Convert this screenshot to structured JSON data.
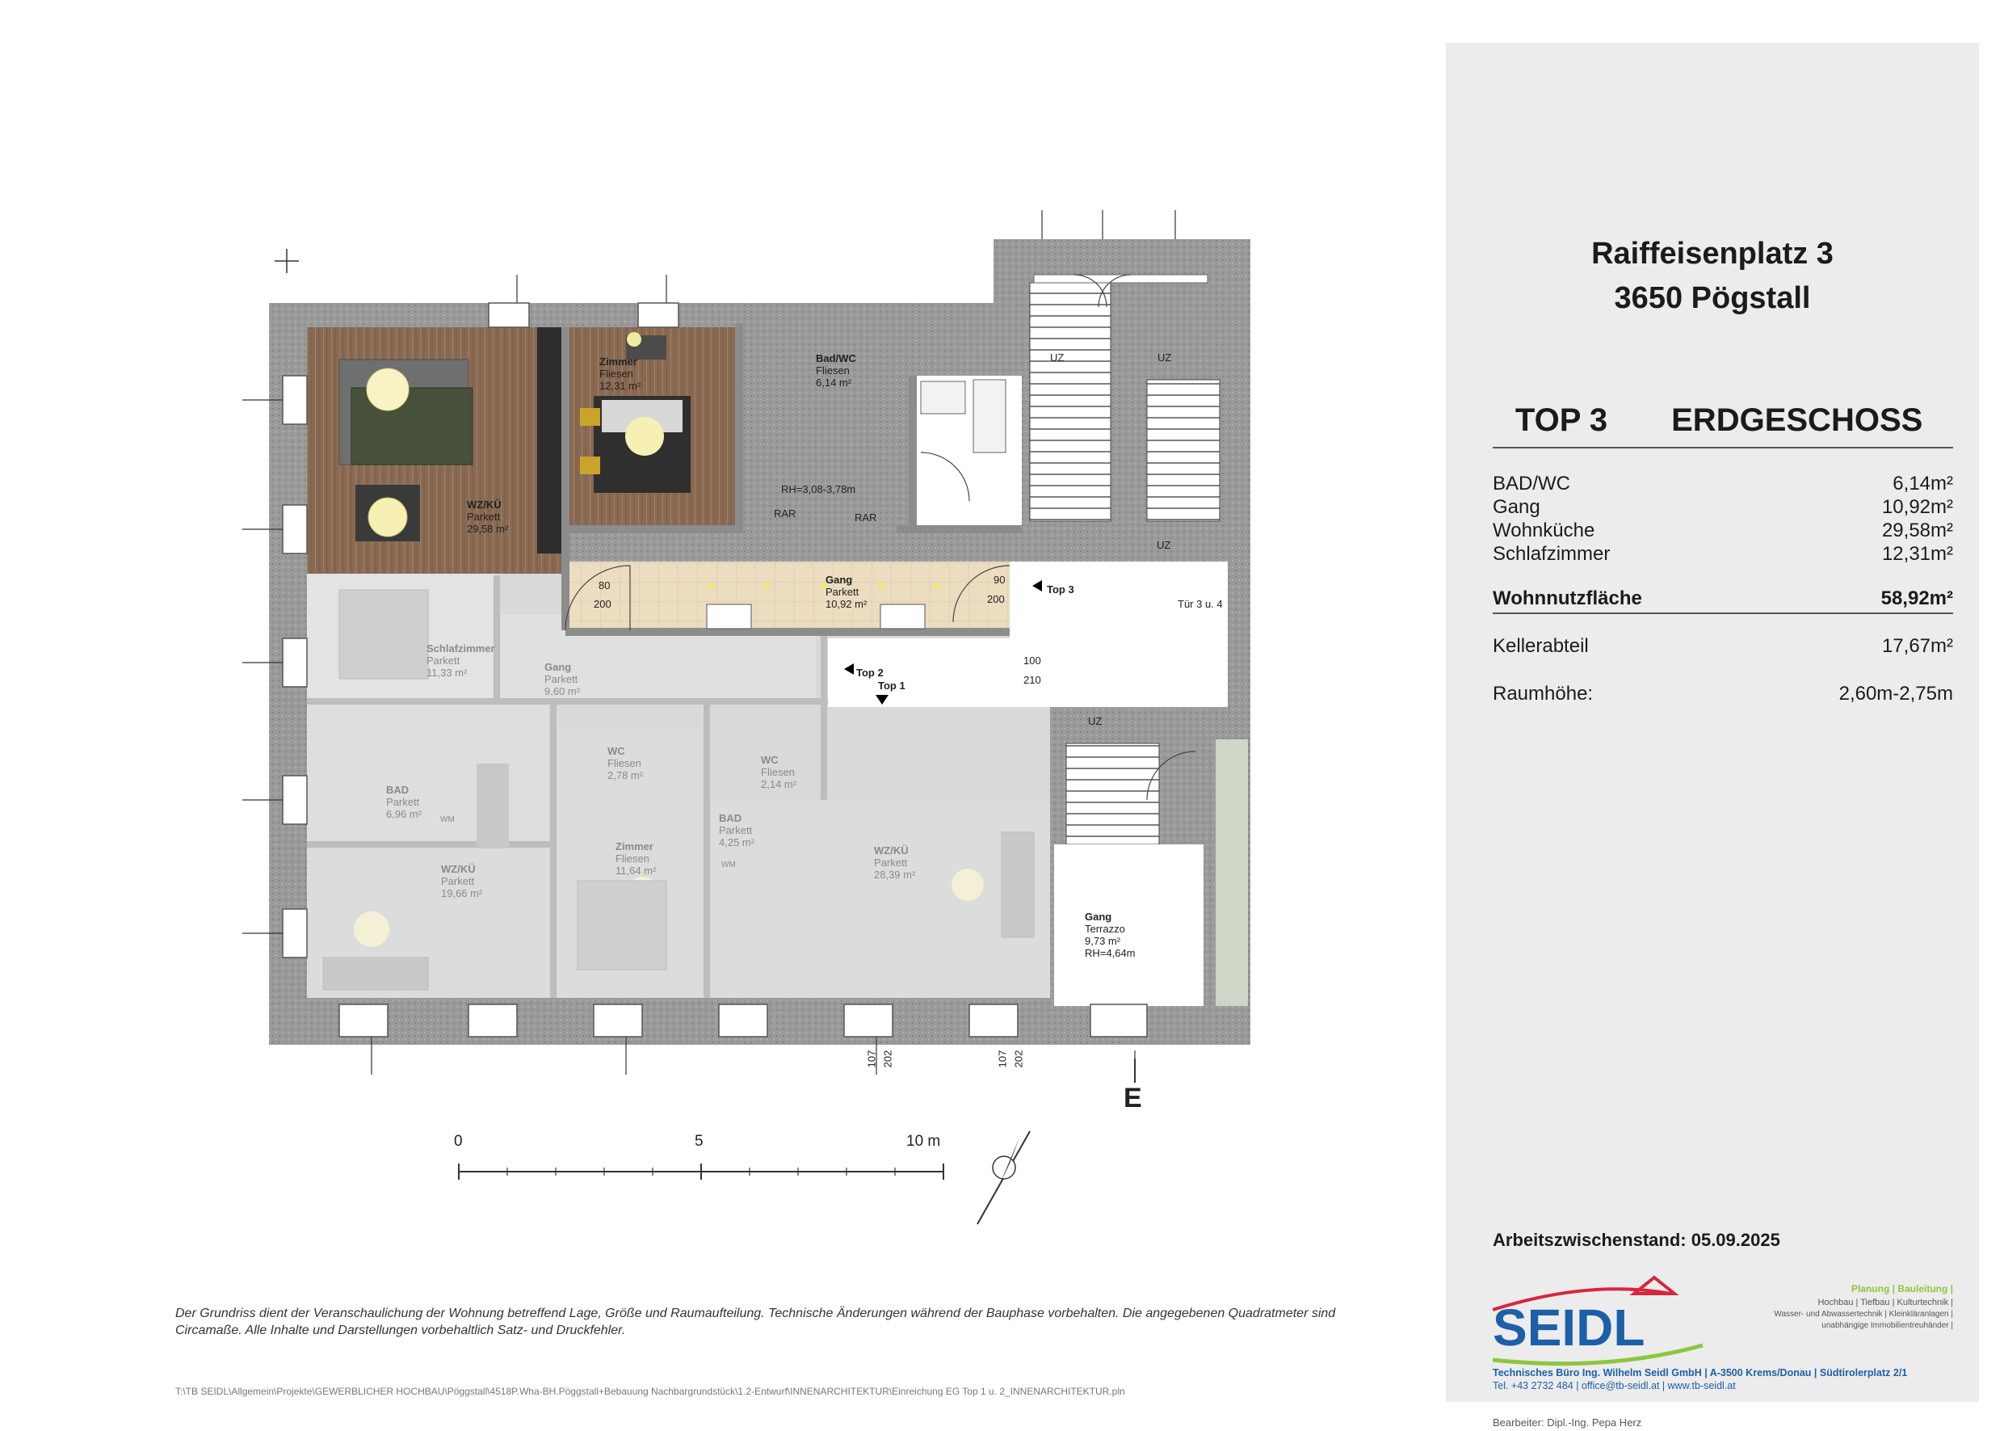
{
  "rooms_top3": [
    {
      "id": "wzku",
      "name": "WZ/KÜ",
      "floor": "Parkett",
      "area": "29,58 m²"
    },
    {
      "id": "zimmer",
      "name": "Zimmer",
      "floor": "Fliesen",
      "area": "12,31 m²"
    },
    {
      "id": "badwc",
      "name": "Bad/WC",
      "floor": "Fliesen",
      "area": "6,14 m²"
    },
    {
      "id": "gang",
      "name": "Gang",
      "floor": "Parkett",
      "area": "10,92 m²"
    }
  ],
  "rooms_other": [
    {
      "id": "schlafzimmer2",
      "name": "Schlafzimmer",
      "floor": "Parkett",
      "area": "11,33 m²"
    },
    {
      "id": "gang2",
      "name": "Gang",
      "floor": "Parkett",
      "area": "9,60 m²"
    },
    {
      "id": "wc1",
      "name": "WC",
      "floor": "Fliesen",
      "area": "2,78 m²"
    },
    {
      "id": "wc2",
      "name": "WC",
      "floor": "Fliesen",
      "area": "2,14 m²"
    },
    {
      "id": "bad1",
      "name": "BAD",
      "floor": "Parkett",
      "area": "6,96 m²"
    },
    {
      "id": "bad2",
      "name": "BAD",
      "floor": "Parkett",
      "area": "4,25 m²"
    },
    {
      "id": "wzku1",
      "name": "WZ/KÜ",
      "floor": "Parkett",
      "area": "19,66 m²"
    },
    {
      "id": "zimmer2",
      "name": "Zimmer",
      "floor": "Fliesen",
      "area": "11,64 m²"
    },
    {
      "id": "wzku2",
      "name": "WZ/KÜ",
      "floor": "Parkett",
      "area": "28,39 m²"
    }
  ],
  "gang_terrazzo": {
    "name": "Gang",
    "floor": "Terrazzo",
    "area": "9,73 m²",
    "height": "RH=4,64m"
  },
  "plan_texts": {
    "rh": "RH=3,08-3,78m",
    "rar1": "RAR",
    "rar2": "RAR",
    "top3_marker": "Top 3",
    "top2_marker": "Top 2",
    "top1_marker": "Top 1",
    "tuer": "Tür 3 u. 4",
    "uz": "UZ",
    "dim_80": "80",
    "dim_200": "200",
    "dim_90": "90",
    "dim_100": "100",
    "dim_210": "210",
    "dim_107": "107",
    "dim_202": "202",
    "wm": "WM",
    "entry": "E"
  },
  "scale": {
    "zero": "0",
    "five": "5",
    "ten": "10 m"
  },
  "info": {
    "address_line1": "Raiffeisenplatz 3",
    "address_line2": "3650 Pögstall",
    "unit": "TOP 3",
    "floor": "ERDGESCHOSS",
    "rows": [
      {
        "label": "BAD/WC",
        "value": "6,14m²"
      },
      {
        "label": "Gang",
        "value": "10,92m²"
      },
      {
        "label": "Wohnküche",
        "value": "29,58m²"
      },
      {
        "label": "Schlafzimmer",
        "value": "12,31m²"
      }
    ],
    "total_label": "Wohnnutzfläche",
    "total_value": "58,92m²",
    "keller_label": "Kellerabteil",
    "keller_value": "17,67m²",
    "hoehe_label": "Raumhöhe:",
    "hoehe_value": "2,60m-2,75m",
    "stand": "Arbeitszwischenstand: 05.09.2025"
  },
  "logo": {
    "name": "SEIDL",
    "tagline": "Planung | Bauleitung |",
    "services1": "Hochbau | Tiefbau | Kulturtechnik |",
    "services2": "Wasser- und Abwassertechnik | Kleinkläranlagen |",
    "services3": "unabhängige Immobilientreuhänder |",
    "company": "Technisches Büro Ing. Wilhelm Seidl GmbH | A-3500 Krems/Donau | Südtirolerplatz 2/1",
    "contact": "Tel. +43 2732 484 | office@tb-seidl.at | www.tb-seidl.at",
    "brand_blue": "#1d5fa8",
    "brand_green": "#8cc63f",
    "brand_red": "#d7263d"
  },
  "bearbeiter": "Bearbeiter: Dipl.-Ing. Pepa Herz",
  "disclaimer": "Der Grundriss dient der Veranschaulichung der Wohnung betreffend Lage, Größe und Raumaufteilung. Technische Änderungen während der Bauphase vorbehalten. Die angegebenen Quadratmeter sind Circamaße. Alle Inhalte und Darstellungen vorbehaltlich Satz- und Druckfehler.",
  "file_path": "T:\\TB SEIDL\\Allgemein\\Projekte\\GEWERBLICHER HOCHBAU\\Pöggstall\\4518P.Wha-BH.Pöggstall+Bebauung Nachbargrundstück\\1.2-Entwurf\\INNENARCHITEKTUR\\Einreichung EG Top 1 u. 2_INNENARCHITEKTUR.pln"
}
